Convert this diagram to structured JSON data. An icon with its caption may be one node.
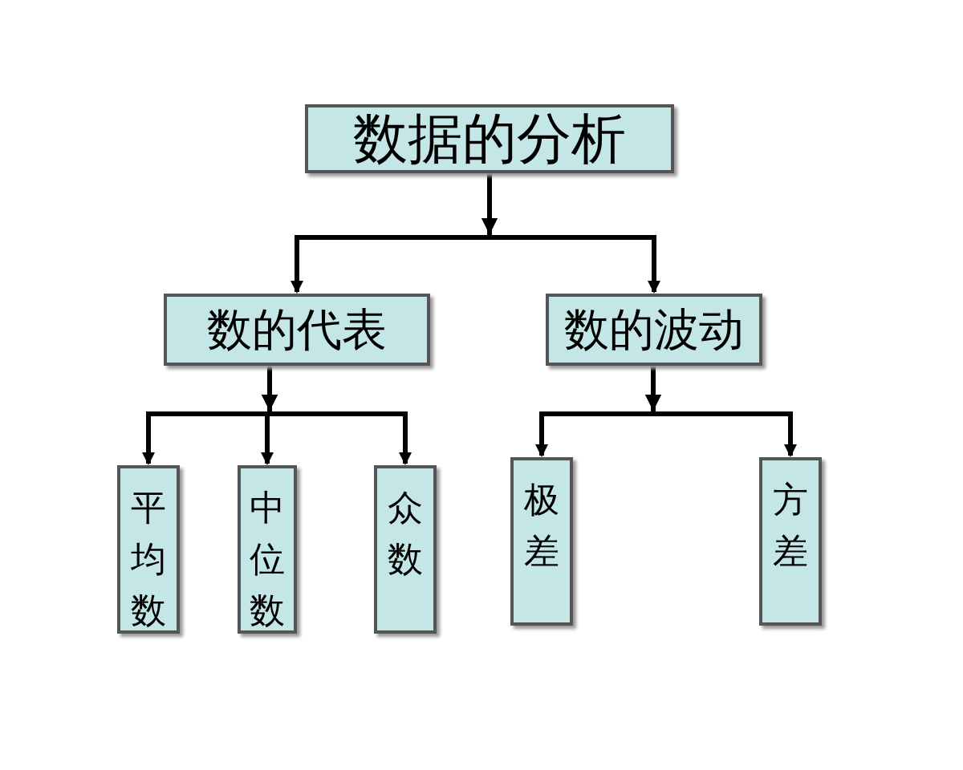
{
  "diagram": {
    "nodes": [
      {
        "text": [
          "数据的分析"
        ]
      },
      {
        "text": [
          "数的代表"
        ]
      },
      {
        "text": [
          "数的波动"
        ]
      },
      {
        "text": [
          "平均数"
        ]
      },
      {
        "text": [
          "中位数"
        ]
      },
      {
        "text": [
          "众数"
        ]
      },
      {
        "text": [
          "极差"
        ]
      },
      {
        "text": [
          "方差"
        ]
      }
    ],
    "edges": [
      {
        "from": 0,
        "to": 1,
        "arrow": "to"
      },
      {
        "from": 0,
        "to": 2,
        "arrow": "to"
      },
      {
        "from": 1,
        "to": 3,
        "arrow": "to"
      },
      {
        "from": 1,
        "to": 4,
        "arrow": "to"
      },
      {
        "from": 1,
        "to": 5,
        "arrow": "to"
      },
      {
        "from": 2,
        "to": 6,
        "arrow": "to"
      },
      {
        "from": 2,
        "to": 7,
        "arrow": "to"
      }
    ]
  }
}
